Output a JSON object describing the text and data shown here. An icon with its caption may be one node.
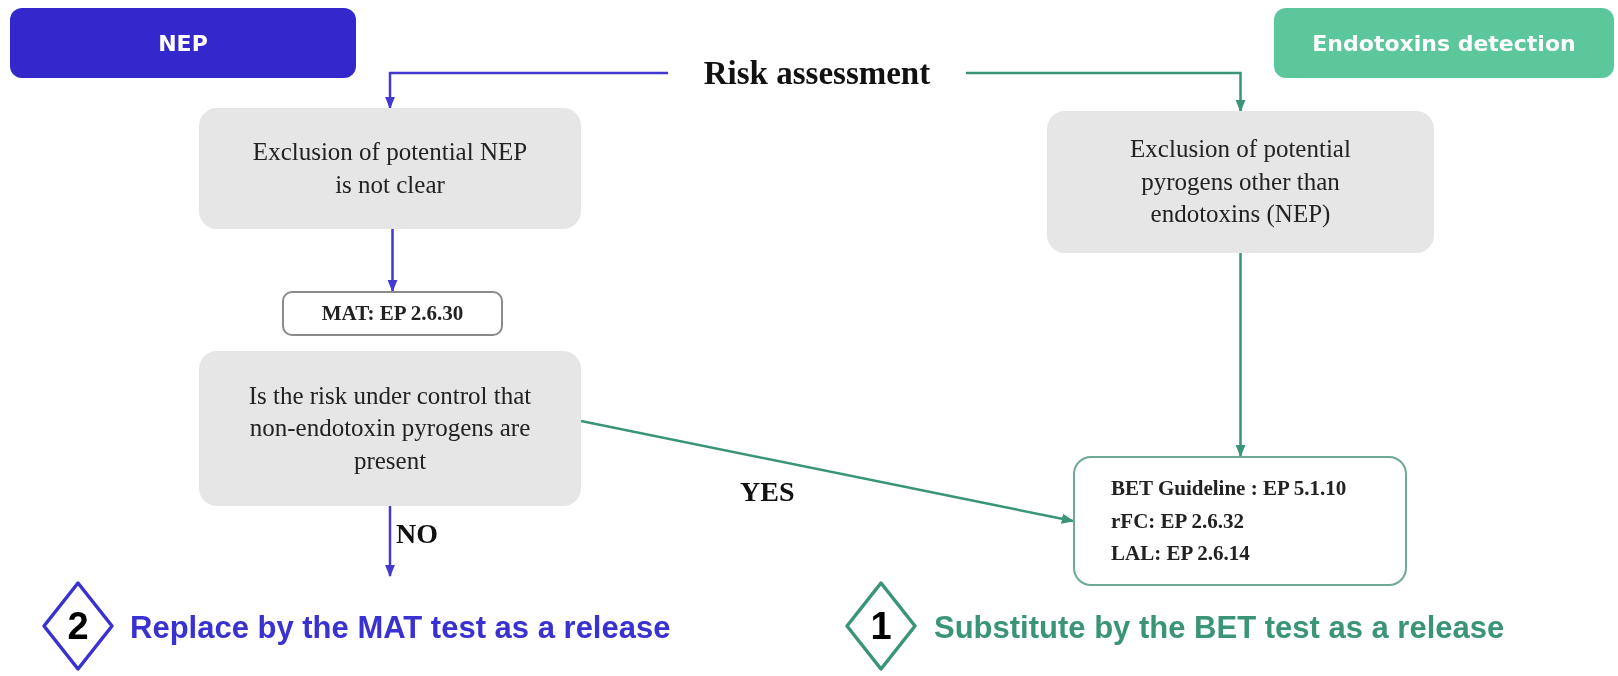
{
  "diagram": {
    "nodes": [
      {
        "text": [
          "NEP"
        ]
      },
      {
        "text": [
          "Endotoxins detection"
        ]
      },
      {
        "text": [
          "Risk assessment"
        ]
      },
      {
        "text": [
          "Exclusion of potential NEP is not clear"
        ]
      },
      {
        "text": [
          "Exclusion of potential pyrogens other than endotoxins (NEP)"
        ]
      },
      {
        "text": [
          "MAT: EP 2.6.30"
        ]
      },
      {
        "text": [
          "Is the risk under control that non-endotoxin pyrogens are present"
        ]
      },
      {
        "text": [
          "BET Guideline : EP 5.1.10",
          "rFC: EP 2.6.32",
          "LAL: EP 2.6.14"
        ]
      },
      {
        "text": [
          "2"
        ],
        "beside": [
          "Replace by the MAT test as a release"
        ]
      },
      {
        "text": [
          "1"
        ],
        "beside": [
          "Substitute by the BET test as a release"
        ]
      }
    ],
    "edges": [
      {
        "from": 2,
        "to": 3,
        "arrow": "to"
      },
      {
        "from": 2,
        "to": 4,
        "arrow": "to",
        "color": "#3a9577"
      },
      {
        "from": 3,
        "to": 5,
        "arrow": "to"
      },
      {
        "from": 6,
        "to": 7,
        "arrow": "to",
        "label": "YES",
        "color": "#3a9577"
      },
      {
        "from": 6,
        "to": 8,
        "arrow": "to",
        "label": "NO"
      },
      {
        "from": 4,
        "to": 7,
        "arrow": "to",
        "color": "#3a9577"
      }
    ]
  }
}
